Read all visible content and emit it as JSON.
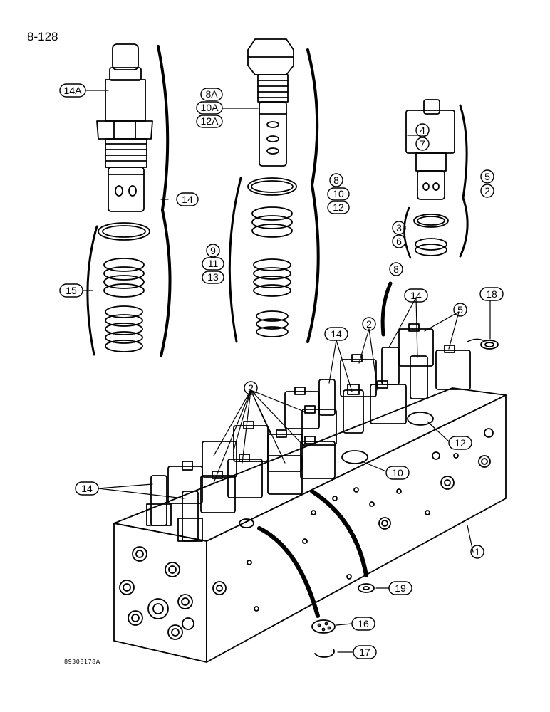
{
  "page": {
    "number": "8-128",
    "figure_code": "89308178A"
  },
  "callouts": {
    "c14a": "14A",
    "c8a": "8A",
    "c10a": "10A",
    "c12a": "12A",
    "c14_group": "14",
    "c15": "15",
    "c8_group": "8",
    "c10_group": "10",
    "c12_group": "12",
    "c9": "9",
    "c11": "11",
    "c13": "13",
    "c4": "4",
    "c7": "7",
    "c5_group": "5",
    "c2_group": "2",
    "c3": "3",
    "c6": "6",
    "c8_body": "8",
    "c14_top": "14",
    "c18": "18",
    "c5_body": "5",
    "c14_mid": "14",
    "c2_mid": "2",
    "c2_left": "2",
    "c12_body": "12",
    "c10_body": "10",
    "c14_left": "14",
    "c1": "1",
    "c19": "19",
    "c16": "16",
    "c17": "17"
  }
}
